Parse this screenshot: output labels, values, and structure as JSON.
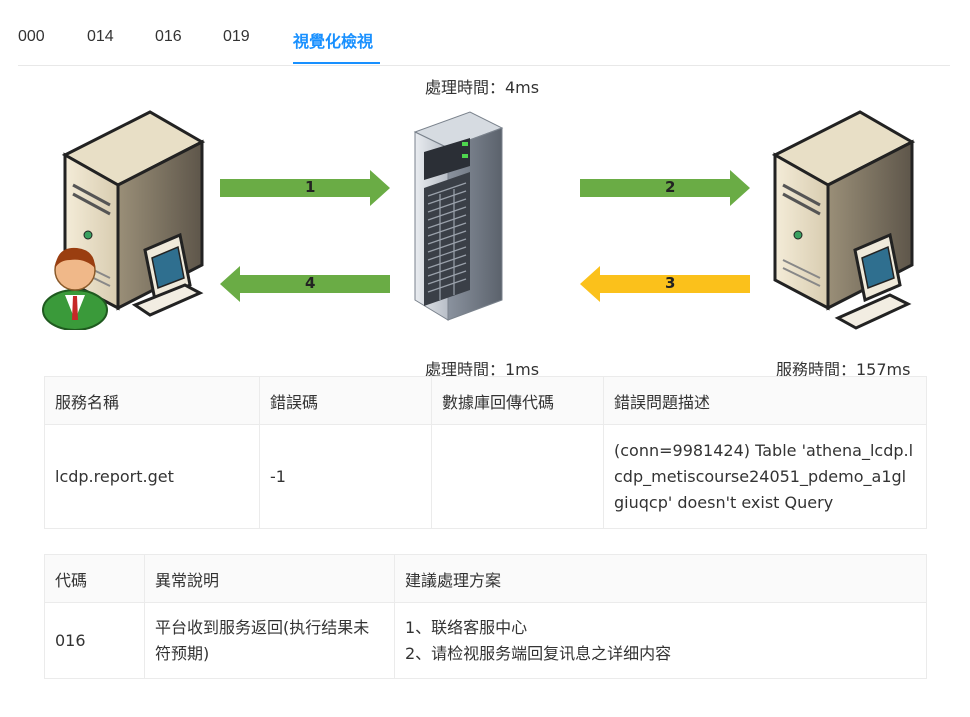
{
  "tabs": [
    {
      "label": "000"
    },
    {
      "label": "014"
    },
    {
      "label": "016"
    },
    {
      "label": "019"
    },
    {
      "label": "視覺化檢視"
    }
  ],
  "diagram": {
    "timing_top": "處理時間：4ms",
    "timing_bottom_middle": "處理時間：1ms",
    "timing_bottom_right": "服務時間：157ms",
    "arrows": [
      {
        "label": "1",
        "color": "#6aac45"
      },
      {
        "label": "2",
        "color": "#6aac45"
      },
      {
        "label": "3",
        "color": "#fbc11b"
      },
      {
        "label": "4",
        "color": "#6aac45"
      }
    ]
  },
  "service_table": {
    "headers": [
      "服務名稱",
      "錯誤碼",
      "數據庫回傳代碼",
      "錯誤問題描述"
    ],
    "row": {
      "service": "lcdp.report.get",
      "error_code": "-1",
      "db_code": "",
      "description": "(conn=9981424) Table 'athena_lcdp.lcdp_metiscourse24051_pdemo_a1glgiuqcp' doesn't exist Query"
    }
  },
  "code_table": {
    "headers": [
      "代碼",
      "異常說明",
      "建議處理方案"
    ],
    "row": {
      "code": "016",
      "explain": "平台收到服务返回(执行结果未符预期)",
      "suggest_1": "1、联络客服中心",
      "suggest_2": "2、请检视服务端回复讯息之详细内容"
    }
  },
  "colors": {
    "accent": "#1890ff",
    "green_arrow": "#6aac45",
    "yellow_arrow": "#fbc11b"
  }
}
